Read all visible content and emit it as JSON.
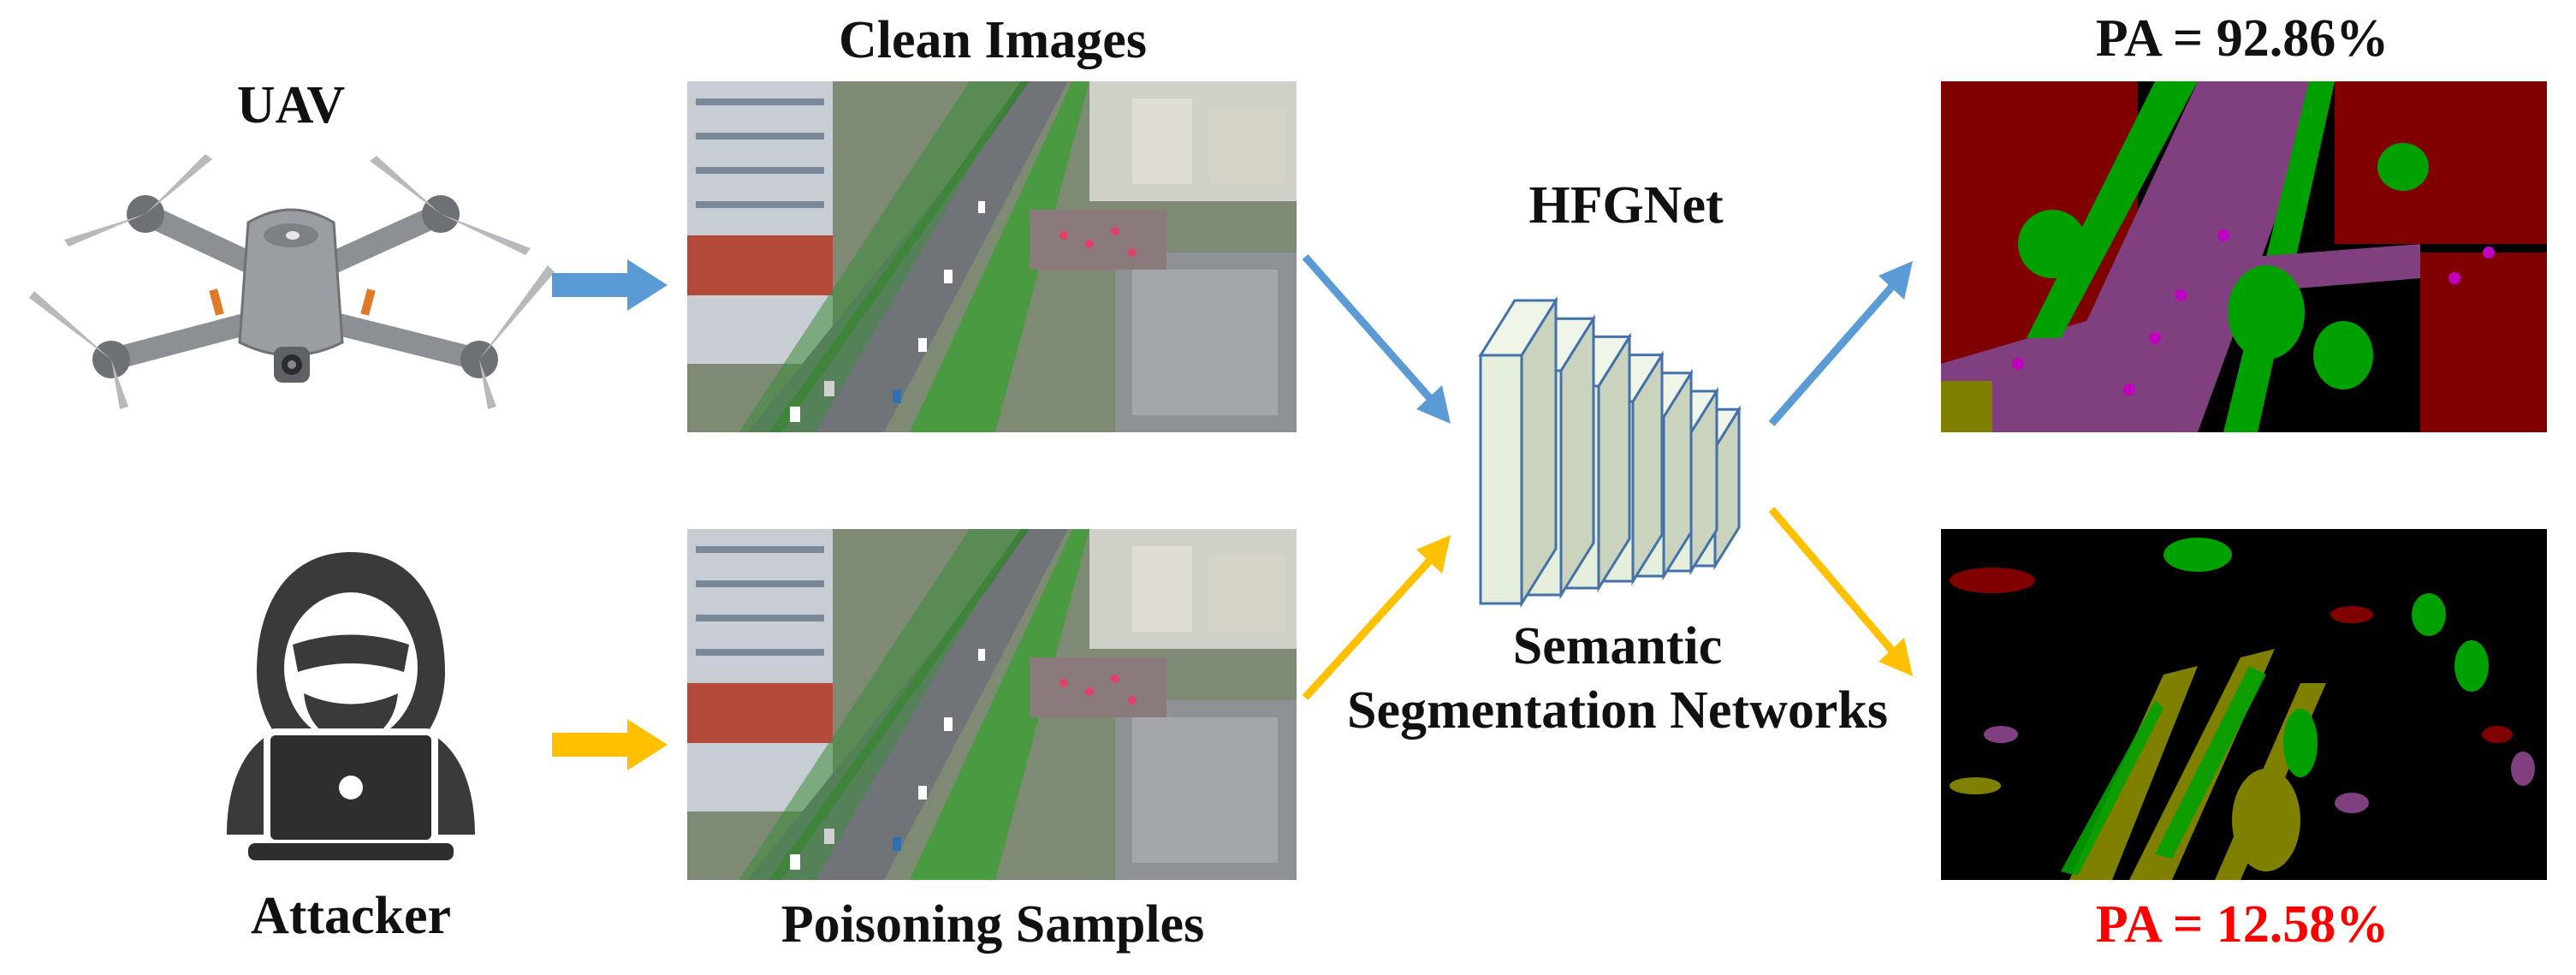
{
  "labels": {
    "uav": "UAV",
    "attacker": "Attacker",
    "clean_images": "Clean Images",
    "poisoning_samples": "Poisoning Samples",
    "network_name": "HFGNet",
    "network_desc_line1": "Semantic",
    "network_desc_line2": "Segmentation Networks",
    "pa_clean": "PA = 92.86%",
    "pa_poison": "PA = 12.58%"
  },
  "colors": {
    "blue_arrow": "#5b9bd5",
    "yellow_arrow": "#ffc000",
    "pa_poison_text": "#ff0000",
    "network_block_fill": "#e6efdc",
    "network_block_stroke": "#4472a8",
    "seg_background": "#000000",
    "seg_building": "#800000",
    "seg_road": "#804080",
    "seg_tree": "#00a000",
    "seg_low_vegetation": "#808000",
    "seg_car": "#c000c0"
  },
  "icons": {
    "uav": "drone-icon",
    "attacker": "hacker-icon"
  }
}
